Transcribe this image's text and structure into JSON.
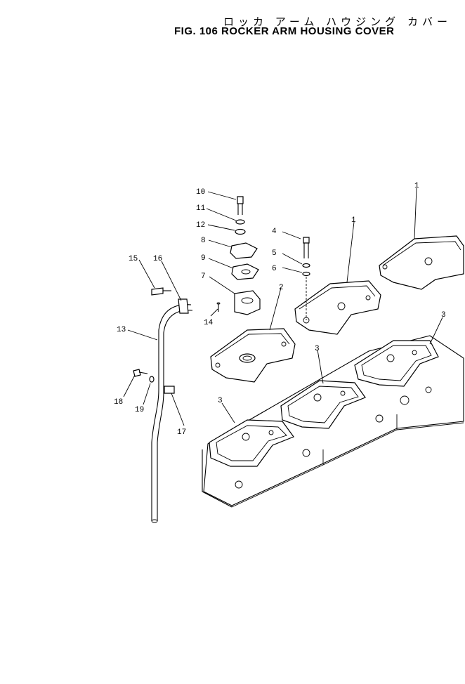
{
  "header": {
    "title_jp": "ロッカ アーム ハウジング カバー",
    "title_en": "FIG. 106  ROCKER ARM  HOUSING  COVER"
  },
  "callouts": [
    "1",
    "1",
    "2",
    "3",
    "3",
    "3",
    "4",
    "5",
    "6",
    "7",
    "8",
    "9",
    "10",
    "11",
    "12",
    "13",
    "14",
    "15",
    "16",
    "17",
    "18",
    "19"
  ]
}
